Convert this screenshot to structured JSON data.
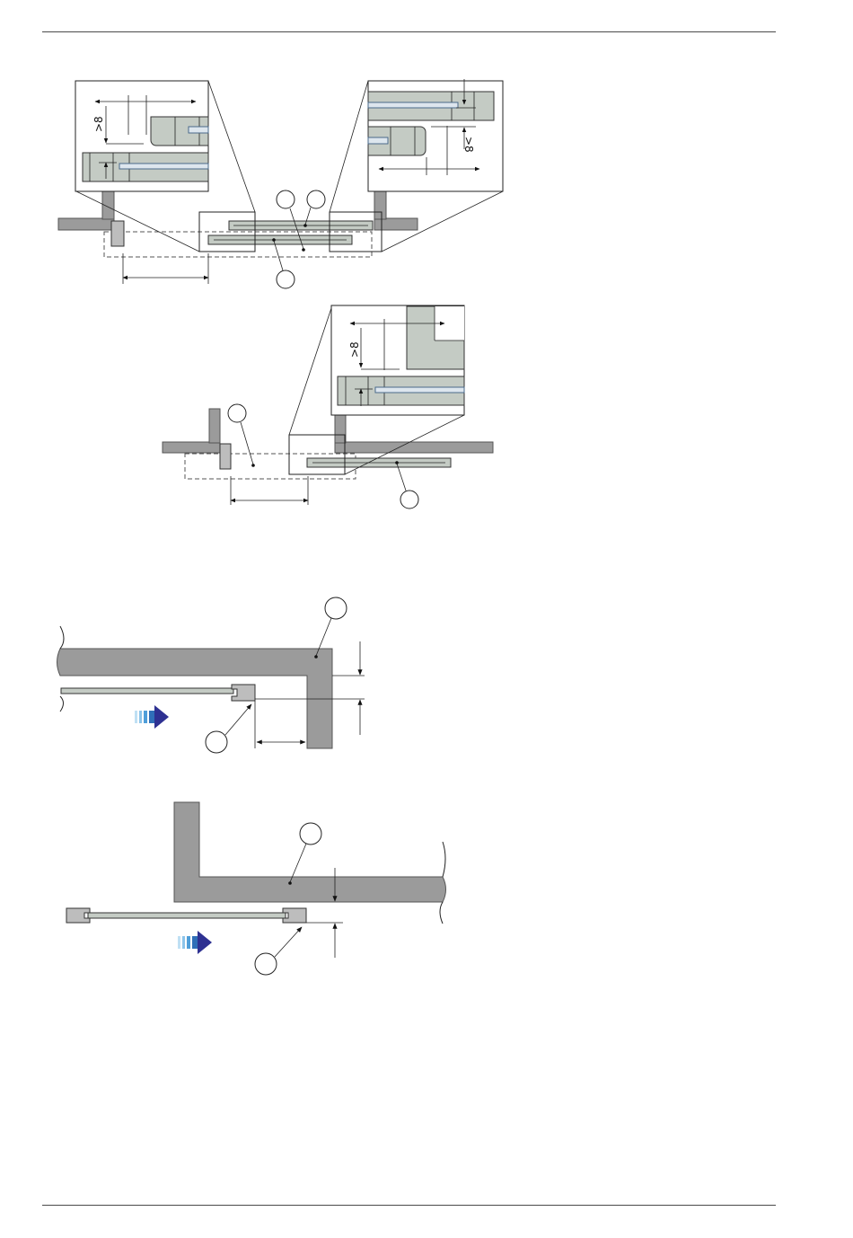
{
  "figure1": {
    "left_detail_dimension": ">8",
    "right_detail_dimension": ">8"
  },
  "figure2": {
    "detail_dimension": ">8"
  },
  "figure3": {
    "arrow_icon": "direction-arrow-icon"
  },
  "figure4": {
    "arrow_icon": "direction-arrow-icon"
  },
  "colors": {
    "wall": "#9b9b9b",
    "profile": "#c4cbc4",
    "glass": "#dde6ee",
    "arrow": "#2e3192"
  }
}
